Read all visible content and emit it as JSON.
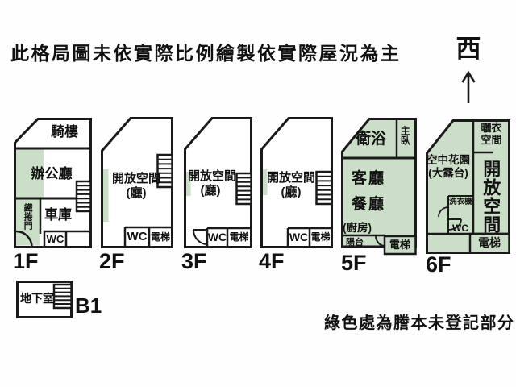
{
  "title": "此格局圖未依實際比例繪製依實際屋況為主",
  "note": "綠色處為謄本未登記部分",
  "compass": {
    "west": "西"
  },
  "colors": {
    "unregistered_green": "#cbdec7",
    "wall": "#1a1a1a",
    "background": "#fefefe"
  },
  "floor1": {
    "label": "1F",
    "arcade": "騎樓",
    "office": "辦公廳",
    "roller_door": "鐵捲門",
    "garage": "車庫",
    "wc": "WC"
  },
  "floor2": {
    "label": "2F",
    "open_space": "開放空間",
    "hall": "(廳)",
    "wc": "WC",
    "elevator": "電梯"
  },
  "floor3": {
    "label": "3F",
    "open_space": "開放空間",
    "hall": "(廳)",
    "wc": "WC",
    "elevator": "電梯"
  },
  "floor4": {
    "label": "4F",
    "open_space": "開放空間",
    "hall": "(廳)",
    "wc": "WC",
    "elevator": "電梯"
  },
  "floor5": {
    "label": "5F",
    "bathroom": "衛浴",
    "master_bedroom": "主臥",
    "living_room": "客廳",
    "dining_room": "餐廳",
    "kitchen": "(廚房)",
    "balcony": "陽台",
    "elevator": "電梯"
  },
  "floor6": {
    "label": "6F",
    "drying_line1": "曬衣",
    "drying_line2": "空間",
    "sky_garden_line1": "空中花園",
    "sky_garden_line2": "(大露台)",
    "open_space": "開放空間",
    "washing_machine": "洗衣機",
    "wc": "WC",
    "elevator": "電梯"
  },
  "basement": {
    "label": "B1",
    "room": "地下室"
  }
}
